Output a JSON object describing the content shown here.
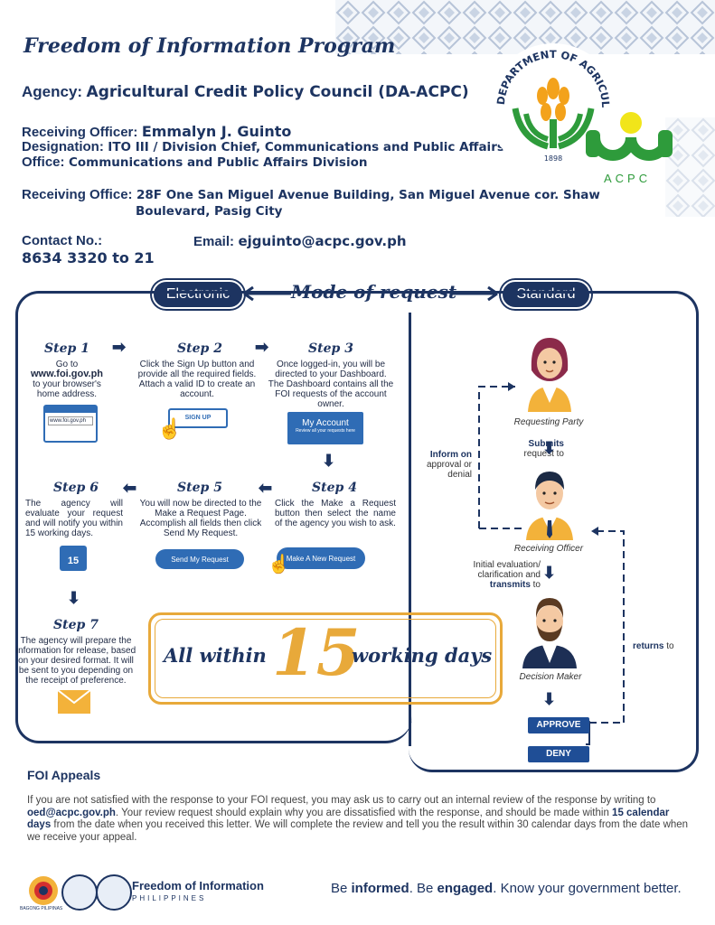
{
  "header": {
    "title": "Freedom of Information Program",
    "agency_label": "Agency:",
    "agency_value": "Agricultural Credit Policy Council (DA-ACPC)",
    "officer_label": "Receiving Officer:",
    "officer_value": "Emmalyn J. Guinto",
    "designation_label": "Designation:",
    "designation_value": "ITO III / Division Chief, Communications and Public Affairs",
    "office_label": "Office:",
    "office_value": "Communications and Public Affairs Division",
    "receiving_office_label": "Receiving Office:",
    "receiving_office_line1": "28F One San Miguel Avenue Building, San Miguel Avenue cor. Shaw",
    "receiving_office_line2": "Boulevard, Pasig City",
    "contact_label": "Contact No.:",
    "contact_value": "8634 3320 to 21",
    "email_label": "Email:",
    "email_value": "ejguinto@acpc.gov.ph"
  },
  "logos": {
    "da_text": "DEPARTMENT OF AGRICULTURE",
    "da_year": "1898",
    "acpc_text": "ACPC"
  },
  "mode": {
    "title": "Mode of request",
    "electronic": "Electronic",
    "standard": "Standard"
  },
  "steps": {
    "s1_title": "Step 1",
    "s1_a": "Go to",
    "s1_b": "www.foi.gov.ph",
    "s1_c": "to your browser's",
    "s1_d": "home address.",
    "s1_url": "www.foi.gov.ph",
    "s2_title": "Step 2",
    "s2_text": "Click the Sign Up button and provide all the required fields. Attach a valid ID to create an account.",
    "s2_btn": "SIGN UP",
    "s3_title": "Step 3",
    "s3_text": "Once logged-in, you will be directed to your Dashboard. The Dashboard contains all the FOI requests of the account owner.",
    "s3_card_title": "My Account",
    "s3_card_sub": "Review all your requests here",
    "s4_title": "Step 4",
    "s4_text": "Click the Make a Request button then select the name of the agency you wish to ask.",
    "s4_btn": "Make A New Request",
    "s5_title": "Step 5",
    "s5_text": "You will now be directed to the Make a Request Page. Accomplish all fields then click Send My Request.",
    "s5_btn": "Send My Request",
    "s6_title": "Step 6",
    "s6_text": "The agency will evaluate your request and will notify you within 15 working days.",
    "s6_cal": "15",
    "s7_title": "Step 7",
    "s7_text": "The agency will prepare the information for release, based on your desired format. It will be sent to you depending on the receipt of preference."
  },
  "banner": {
    "prefix": "All within",
    "number": "15",
    "suffix": "working days"
  },
  "standard": {
    "requesting_party": "Requesting Party",
    "submits_bold": "Submits",
    "submits_rest": "request to",
    "inform_bold": "Inform on",
    "inform_rest1": "approval or",
    "inform_rest2": "denial",
    "receiving_officer": "Receiving Officer",
    "initial1": "Initial evaluation/",
    "initial2": "clarification and",
    "transmits_bold": "transmits",
    "transmits_rest": "to",
    "decision_maker": "Decision Maker",
    "returns_bold": "returns",
    "returns_rest": "to",
    "approve": "APPROVE",
    "deny": "DENY"
  },
  "appeals": {
    "title": "FOI Appeals",
    "text_a": "If you are not satisfied with the response to your FOI request, you may ask us to carry out an internal review of the response by writing to ",
    "email": "oed@acpc.gov.ph",
    "text_b": ". Your review request should explain why you are dissatisfied with the response, and should be made within ",
    "days_bold": "15 calendar days",
    "text_c": " from the date when you received this letter. We will complete the review and tell you the result within 30 calendar days from the date when we receive your appeal."
  },
  "footer": {
    "foi_title": "Freedom of Information",
    "foi_sub": "PHILIPPINES",
    "bagong": "BAGONG PILIPINAS",
    "t1": "Be ",
    "t2": "informed",
    "t3": ". Be ",
    "t4": "engaged",
    "t5": ". Know your government better."
  },
  "colors": {
    "navy": "#1d3461",
    "gold": "#e8a93a",
    "green": "#2e9b3b",
    "blue": "#2f6cb5"
  }
}
